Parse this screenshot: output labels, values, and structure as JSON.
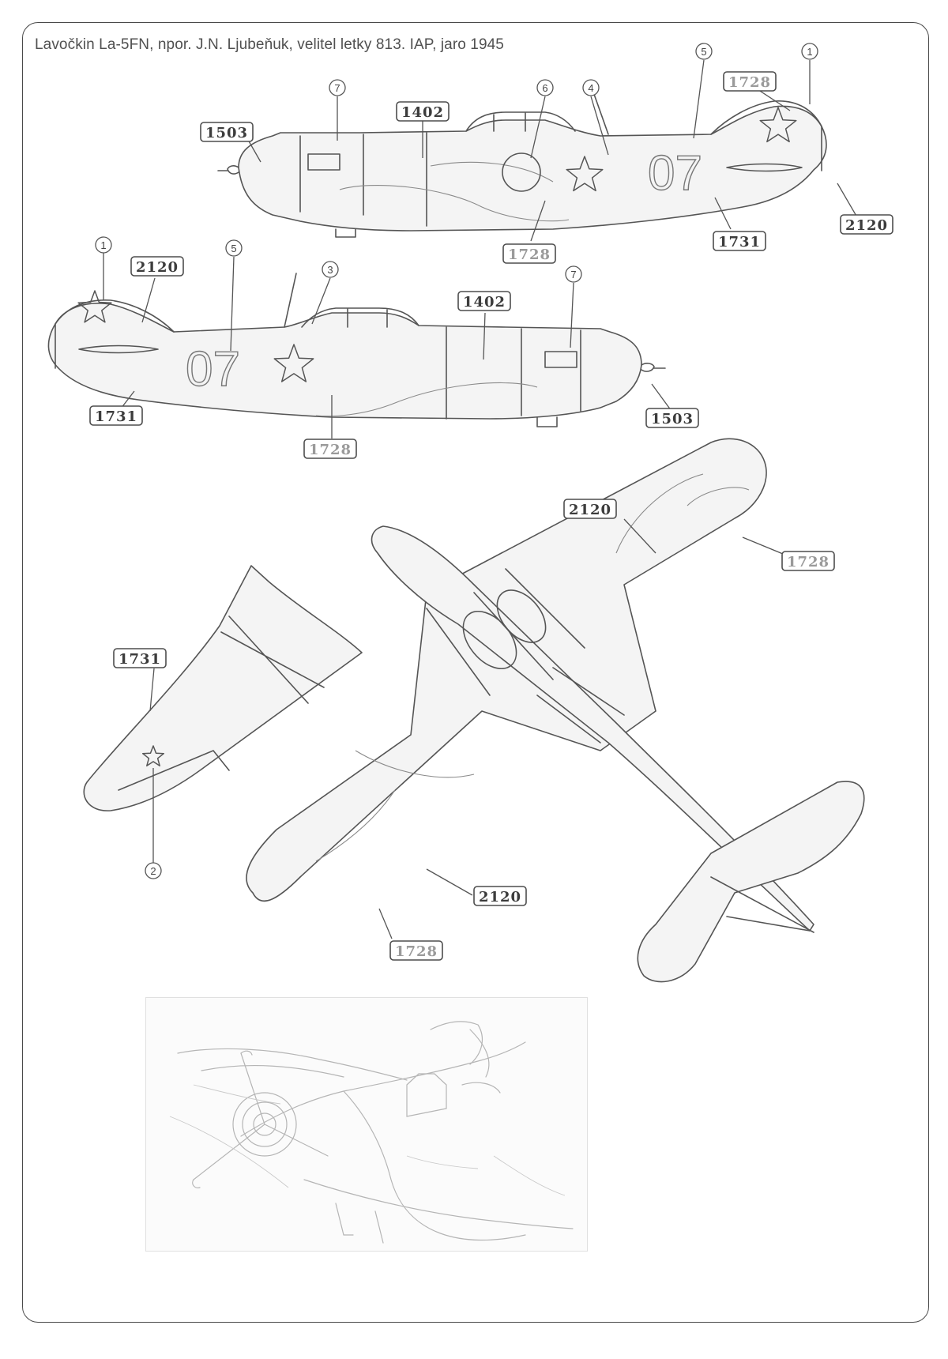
{
  "title": "Lavočkin La-5FN, npor. J.N. Ljubeňuk, velitel letky  813. IAP, jaro 1945",
  "tail_number": "07",
  "color_codes": {
    "c2120": "2120",
    "c1731": "1731",
    "c1728": "1728",
    "c1402": "1402",
    "c1503": "1503"
  },
  "markers": {
    "m1": "1",
    "m2": "2",
    "m3": "3",
    "m4": "4",
    "m5": "5",
    "m6": "6",
    "m7": "7"
  }
}
